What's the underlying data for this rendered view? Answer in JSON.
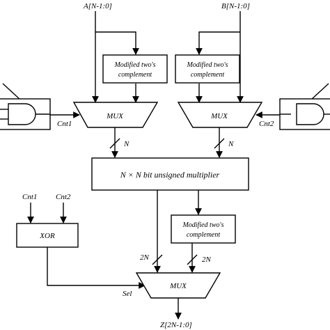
{
  "inputs": {
    "a_label": "A[N-1:0]",
    "b_label": "B[N-1:0]",
    "cnt1": "Cnt1",
    "cnt2": "Cnt2",
    "cnt1_xor": "Cnt1",
    "cnt2_xor": "Cnt2"
  },
  "blocks": {
    "m2c_left_line1": "Modified two's",
    "m2c_left_line2": "complement",
    "m2c_right_line1": "Modified two's",
    "m2c_right_line2": "complement",
    "m2c_bottom_line1": "Modified two's",
    "m2c_bottom_line2": "complement",
    "mux_left": "MUX",
    "mux_right": "MUX",
    "mux_bottom": "MUX",
    "multiplier": "N × N bit unsigned multiplier",
    "xor": "XOR"
  },
  "bus_widths": {
    "left_n": "N",
    "right_n": "N",
    "left_2n": "2N",
    "right_2n": "2N"
  },
  "outputs": {
    "sel": "Sel",
    "z_label": "Z[2N-1:0]"
  }
}
